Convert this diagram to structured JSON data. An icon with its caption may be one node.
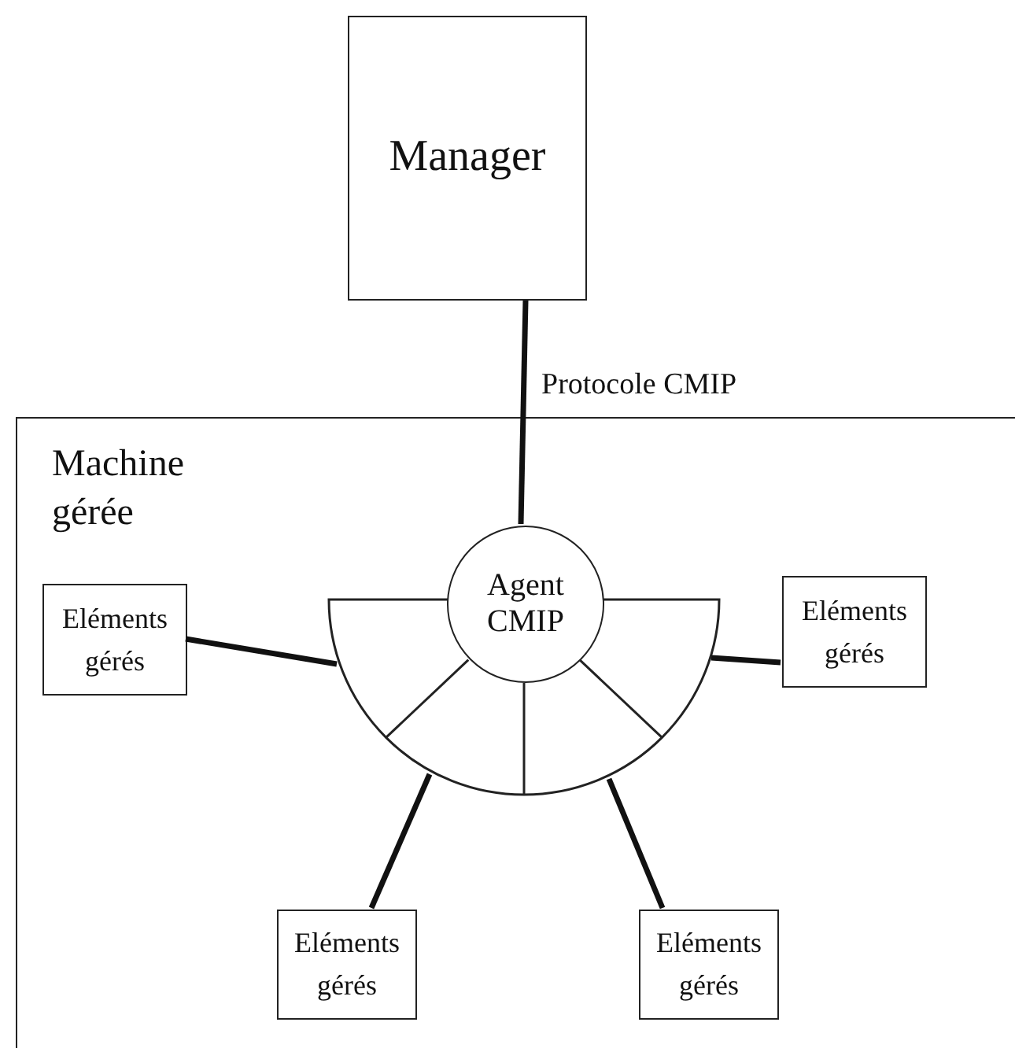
{
  "diagram": {
    "nodes": [
      {
        "text": [
          "Manager"
        ]
      },
      {
        "text": [
          "Machine gérée"
        ]
      },
      {
        "text": [],
        "shape": "semicircle",
        "in": 1
      },
      {
        "text": [
          "Agent CMIP"
        ],
        "in": 1
      },
      {
        "text": [
          "Eléments gérés"
        ],
        "in": 1
      },
      {
        "text": [
          "Eléments gérés"
        ],
        "in": 1
      },
      {
        "text": [
          "Eléments gérés"
        ],
        "in": 1
      },
      {
        "text": [
          "Eléments gérés"
        ],
        "in": 1
      }
    ],
    "edges": [
      {
        "from": 0,
        "to": 3,
        "arrow": "none",
        "label": "Protocole CMIP"
      },
      {
        "from": 2,
        "to": 4,
        "arrow": "none"
      },
      {
        "from": 2,
        "to": 5,
        "arrow": "none"
      },
      {
        "from": 2,
        "to": 6,
        "arrow": "none"
      },
      {
        "from": 2,
        "to": 7,
        "arrow": "none"
      }
    ]
  }
}
